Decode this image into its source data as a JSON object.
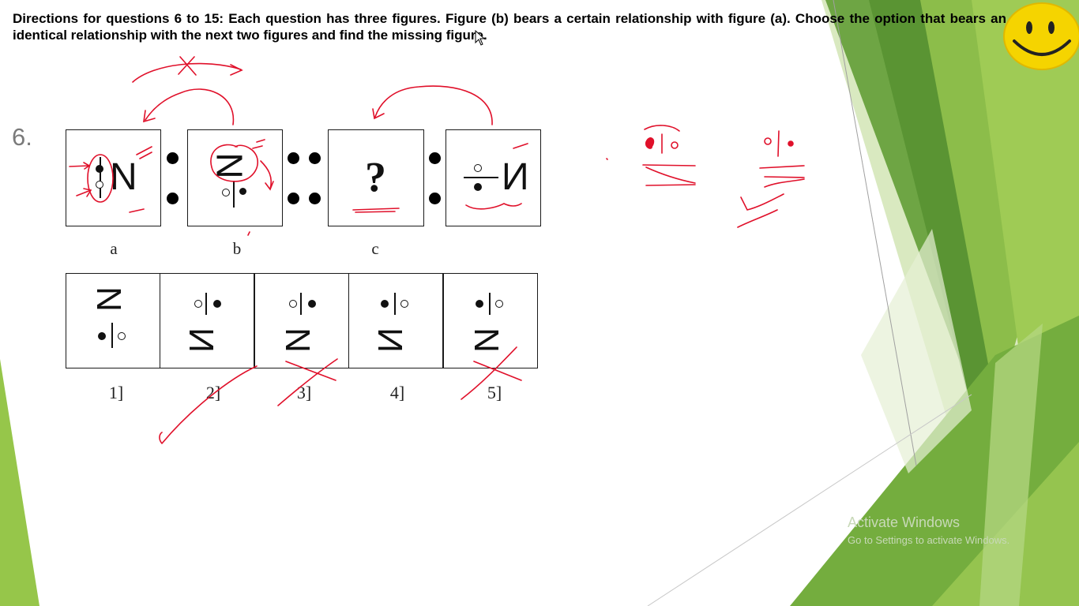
{
  "slide": {
    "directions": "Directions for questions 6 to 15: Each question has three figures. Figure (b) bears a certain relationship with figure (a). Choose the option that bears an identical relationship with the next two figures and find the missing figure.",
    "question_number": "6.",
    "problem_figures": [
      {
        "caption": "a",
        "content": "N with dot and circle on vertical bar"
      },
      {
        "caption": "b",
        "content": "rotated N above dot and circle"
      },
      {
        "caption": "c",
        "content": "?"
      },
      {
        "caption": "",
        "content": "mirrored N with circle over dot"
      }
    ],
    "question_mark": "?",
    "answer_options": [
      {
        "caption": "1]"
      },
      {
        "caption": "2]"
      },
      {
        "caption": "3]"
      },
      {
        "caption": "4]"
      },
      {
        "caption": "5]"
      }
    ]
  },
  "watermark": {
    "line1": "Activate Windows",
    "line2": "Go to Settings to activate Windows."
  },
  "icons": {
    "smiley": "smiley-face-icon",
    "cursor": "mouse-pointer-icon"
  },
  "colors": {
    "accent_green_dark": "#4f8f2a",
    "accent_green_mid": "#7db83a",
    "accent_green_light": "#c8e29a",
    "ink_red": "#e0102a",
    "smiley_yellow": "#f5d400"
  }
}
